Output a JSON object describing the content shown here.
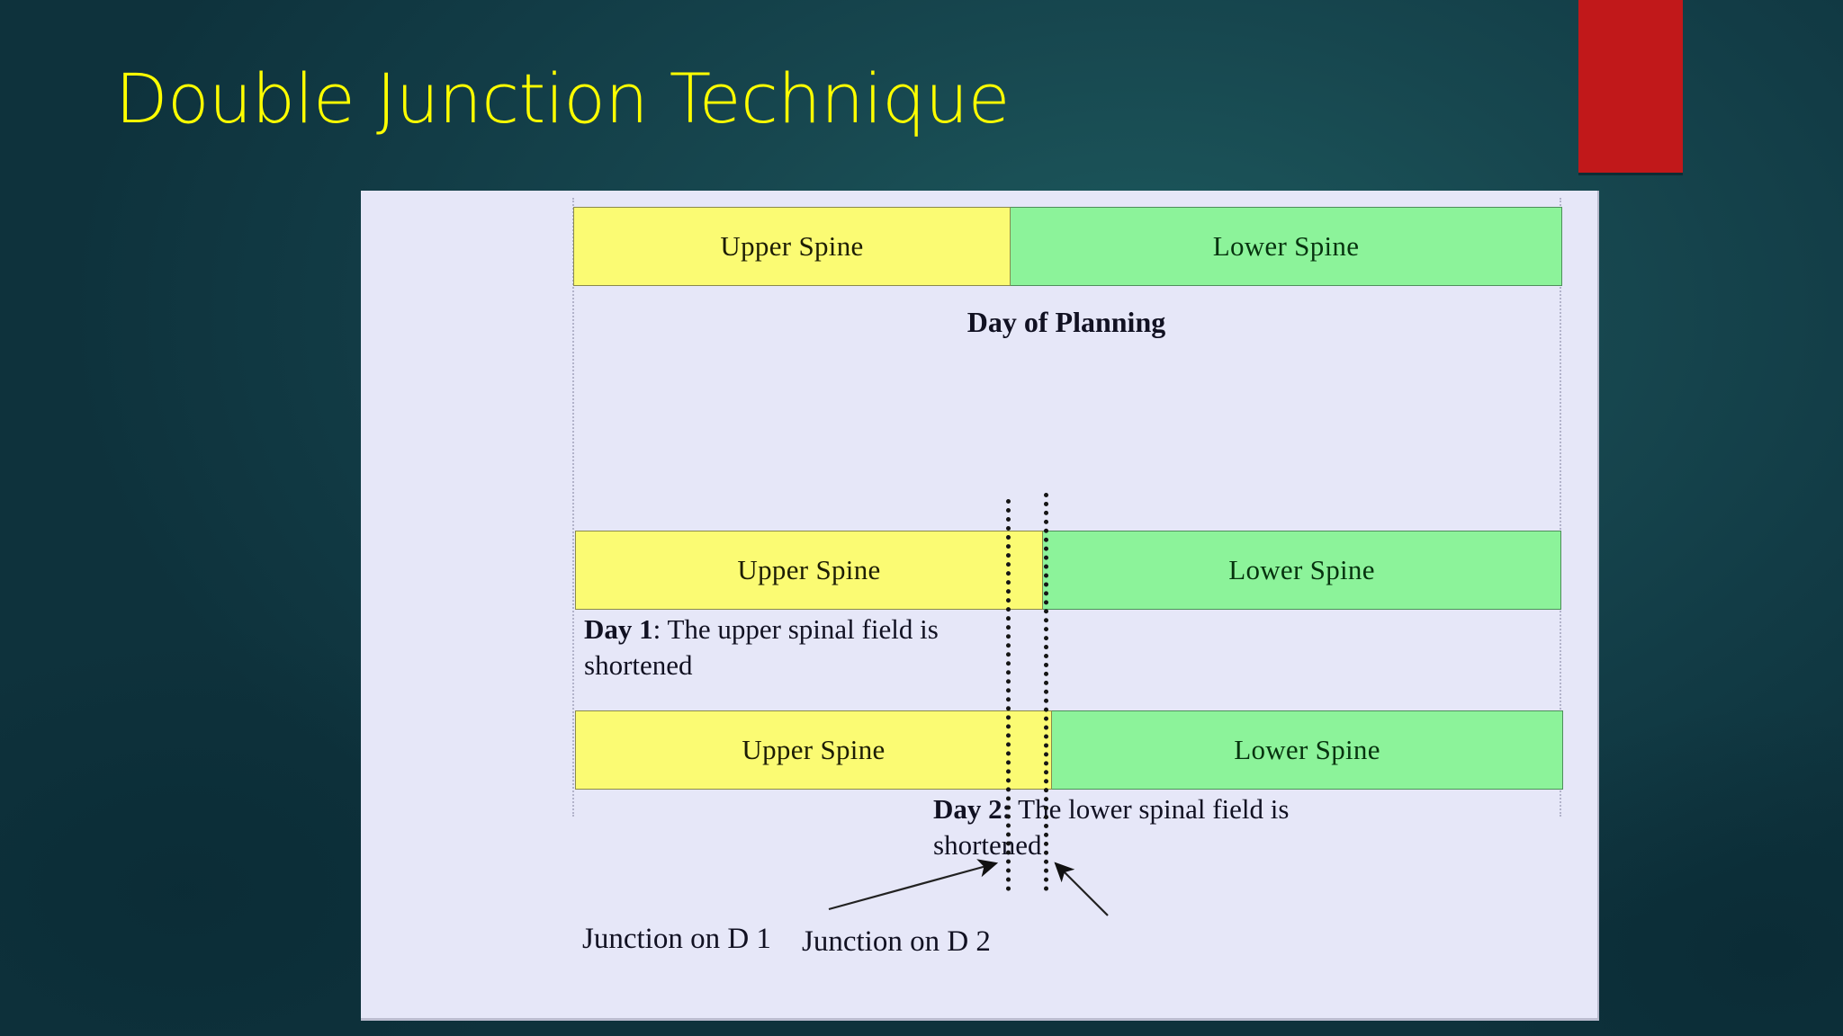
{
  "slide": {
    "title": "Double Junction Technique",
    "title_color": "#ffff00",
    "background_color": "#14454c",
    "accent_block_color": "#c1181a"
  },
  "figure": {
    "panel_background": "#e6e7f8",
    "upper_field_color": "#fbfb73",
    "lower_field_color": "#8cf39a",
    "rows": [
      {
        "id": "planning",
        "upper_label": "Upper Spine",
        "lower_label": "Lower Spine",
        "caption": "Day of Planning"
      },
      {
        "id": "day1",
        "upper_label": "Upper Spine",
        "lower_label": "Lower Spine",
        "caption_bold": "Day 1",
        "caption_rest": ": The upper spinal field is shortened"
      },
      {
        "id": "day2",
        "upper_label": "Upper Spine",
        "lower_label": "Lower Spine",
        "caption_bold": "Day 2:",
        "caption_rest": " The lower spinal field is shortened"
      }
    ],
    "junctions": [
      {
        "id": "d1",
        "label": "Junction on D 1"
      },
      {
        "id": "d2",
        "label": "Junction on D 2"
      }
    ]
  }
}
